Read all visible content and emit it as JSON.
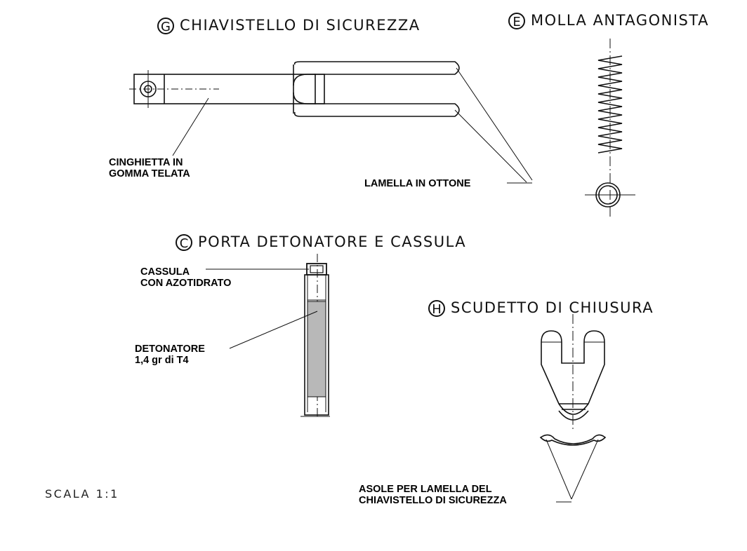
{
  "titles": {
    "g": {
      "letter": "G",
      "text": "CHIAVISTELLO DI SICUREZZA"
    },
    "e": {
      "letter": "E",
      "text": "MOLLA ANTAGONISTA"
    },
    "c": {
      "letter": "C",
      "text": "PORTA DETONATORE E CASSULA"
    },
    "h": {
      "letter": "H",
      "text": "SCUDETTO DI CHIUSURA"
    }
  },
  "labels": {
    "cinghietta": [
      "CINGHIETTA IN",
      "GOMMA TELATA"
    ],
    "lamella": "LAMELLA IN OTTONE",
    "cassula": [
      "CASSULA",
      "CON AZOTIDRATO"
    ],
    "detonatore": [
      "DETONATORE",
      "1,4 gr di T4"
    ],
    "asole": [
      "ASOLE PER LAMELLA DEL",
      "CHIAVISTELLO DI SICUREZZA"
    ]
  },
  "scale": "SCALA 1:1"
}
